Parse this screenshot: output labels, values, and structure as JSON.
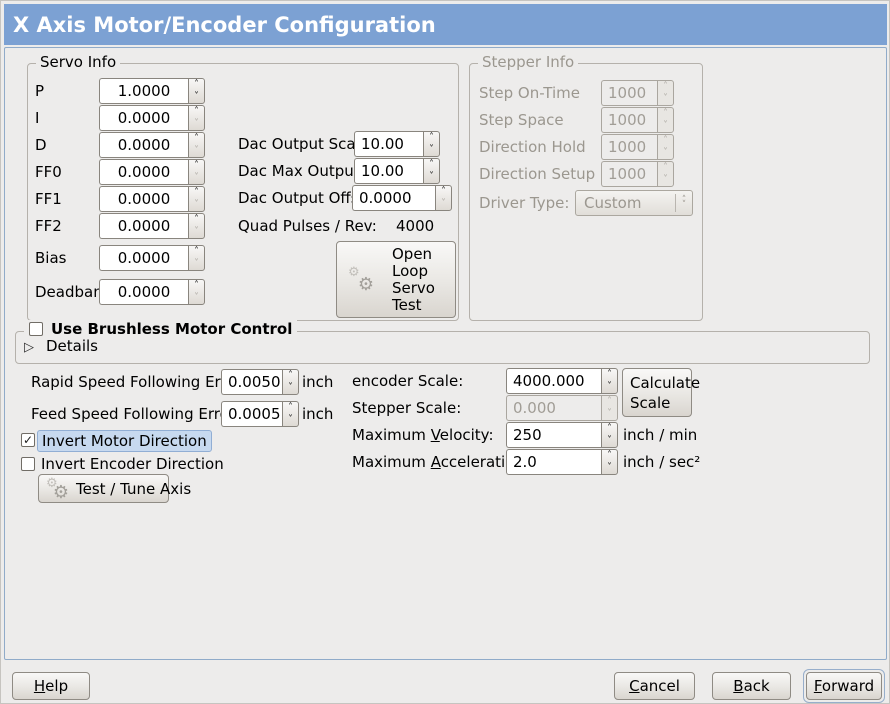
{
  "colors": {
    "titlebar_bg": "#7ca1d3",
    "window_bg": "#edeceb",
    "content_frame_border": "#90abc9",
    "selection_bg": "#c7d9ef"
  },
  "icons": {
    "spin_up": "˄",
    "spin_down": "˅",
    "check": "✓",
    "expander": "▷",
    "gear": "⚙"
  },
  "titlebar": {
    "title": "X Axis Motor/Encoder Configuration"
  },
  "servo_info": {
    "legend": "Servo Info",
    "fields": [
      {
        "label": "P",
        "value": "1.0000",
        "down_disabled": false
      },
      {
        "label": "I",
        "value": "0.0000",
        "down_disabled": true
      },
      {
        "label": "D",
        "value": "0.0000",
        "down_disabled": true
      },
      {
        "label": "FF0",
        "value": "0.0000",
        "down_disabled": true
      },
      {
        "label": "FF1",
        "value": "0.0000",
        "down_disabled": true
      },
      {
        "label": "FF2",
        "value": "0.0000",
        "down_disabled": true
      },
      {
        "label": "Bias",
        "value": "0.0000",
        "down_disabled": true
      },
      {
        "label": "Deadband",
        "value": "0.0000",
        "down_disabled": true
      }
    ]
  },
  "dac": {
    "rows": [
      {
        "label": "Dac Output Scale:",
        "value": "10.00",
        "down_disabled": false
      },
      {
        "label": "Dac Max Output:",
        "value": "10.00",
        "down_disabled": false
      },
      {
        "label": "Dac Output Offset:",
        "value": "0.0000",
        "down_disabled": true
      }
    ],
    "quad_label": "Quad Pulses / Rev:",
    "quad_value": "4000"
  },
  "open_loop_button": {
    "label": "Open\nLoop\nServo\nTest"
  },
  "stepper_info": {
    "legend": "Stepper Info",
    "fields": [
      {
        "label": "Step On-Time",
        "value": "1000",
        "disabled": true
      },
      {
        "label": "Step Space",
        "value": "1000",
        "disabled": true
      },
      {
        "label": "Direction Hold",
        "value": "1000",
        "disabled": true
      },
      {
        "label": "Direction Setup",
        "value": "1000",
        "disabled": true
      }
    ],
    "driver_type": {
      "label": "Driver Type:",
      "value": "Custom"
    }
  },
  "brushless": {
    "legend": "Use Brushless Motor Control",
    "checked": false,
    "details": "Details"
  },
  "following_error": {
    "rapid": {
      "label": "Rapid Speed Following Error:",
      "value": "0.0050",
      "unit": "inch",
      "down_disabled": false
    },
    "feed": {
      "label": "Feed Speed Following Error:",
      "value": "0.0005",
      "unit": "inch",
      "down_disabled": false
    }
  },
  "scales": {
    "encoder": {
      "label": "encoder Scale:",
      "value": "4000.000",
      "down_disabled": false
    },
    "stepper": {
      "label": "Stepper Scale:",
      "value": "0.000",
      "disabled": true
    },
    "calculate_button": "Calculate\nScale",
    "velocity": {
      "label_pre": "Maximum ",
      "label_mn": "V",
      "label_post": "elocity:",
      "value": "250",
      "unit": "inch / min",
      "down_disabled": false
    },
    "acceleration": {
      "label_pre": "Maximum ",
      "label_mn": "A",
      "label_post": "cceleration:",
      "value": "2.0",
      "unit": "inch / sec²",
      "down_disabled": false
    }
  },
  "invert": {
    "motor": {
      "label": "Invert Motor Direction",
      "checked": true
    },
    "encoder": {
      "label": "Invert Encoder Direction",
      "checked": false
    }
  },
  "test_tune_button": {
    "label": "Test / Tune Axis"
  },
  "footer": {
    "help": {
      "mn": "H",
      "rest": "elp"
    },
    "cancel": {
      "mn": "C",
      "rest": "ancel"
    },
    "back": {
      "mn": "B",
      "rest": "ack"
    },
    "forward": {
      "mn": "F",
      "rest": "orward"
    }
  }
}
